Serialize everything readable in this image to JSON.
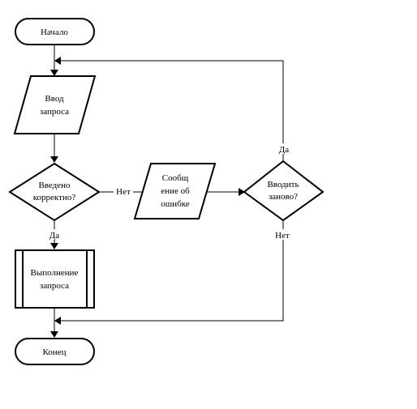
{
  "flowchart": {
    "start": "Начало",
    "input": {
      "line1": "Ввод",
      "line2": "запроса"
    },
    "check": {
      "line1": "Введено",
      "line2": "корректно?"
    },
    "error": {
      "line1": "Сообщ",
      "line2": "ение об",
      "line3": "ошибке"
    },
    "retry": {
      "line1": "Вводить",
      "line2": "заново?"
    },
    "process": {
      "line1": "Выполнение",
      "line2": "запроса"
    },
    "end": "Конец",
    "labels": {
      "check_no": "Нет",
      "check_yes": "Да",
      "retry_yes": "Да",
      "retry_no": "Нет"
    }
  }
}
